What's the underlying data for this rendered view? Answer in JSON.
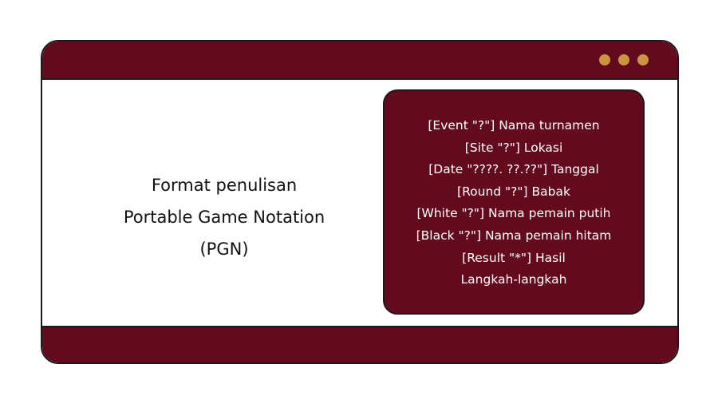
{
  "colors": {
    "frame": "#640a1e",
    "dots": "#c9963f",
    "border": "#1a1a1a"
  },
  "heading": {
    "lines": [
      "Format penulisan",
      "Portable Game Notation",
      "(PGN)"
    ]
  },
  "pgn_card": {
    "lines": [
      "[Event \"?\"] Nama turnamen",
      "[Site \"?\"] Lokasi",
      "[Date \"????. ??.??\"] Tanggal",
      "[Round \"?\"] Babak",
      "[White \"?\"] Nama pemain putih",
      "[Black \"?\"] Nama pemain hitam",
      "[Result \"*\"] Hasil",
      "Langkah-langkah"
    ]
  }
}
